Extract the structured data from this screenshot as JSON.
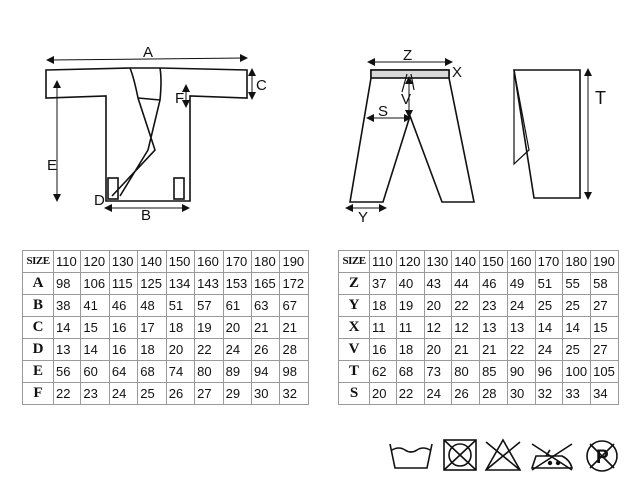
{
  "jacket": {
    "labels": {
      "a": "A",
      "c": "C",
      "f": "F",
      "e": "E",
      "d": "D",
      "b": "B"
    }
  },
  "pants": {
    "labels": {
      "z": "Z",
      "x": "X",
      "s": "S",
      "v": "V",
      "y": "Y"
    }
  },
  "belt": {
    "labels": {
      "t": "T"
    }
  },
  "jacket_table": {
    "corner": "SIZE",
    "sizes": [
      "110",
      "120",
      "130",
      "140",
      "150",
      "160",
      "170",
      "180",
      "190"
    ],
    "rows": [
      {
        "label": "A",
        "values": [
          "98",
          "106",
          "115",
          "125",
          "134",
          "143",
          "153",
          "165",
          "172"
        ]
      },
      {
        "label": "B",
        "values": [
          "38",
          "41",
          "46",
          "48",
          "51",
          "57",
          "61",
          "63",
          "67"
        ]
      },
      {
        "label": "C",
        "values": [
          "14",
          "15",
          "16",
          "17",
          "18",
          "19",
          "20",
          "21",
          "21"
        ]
      },
      {
        "label": "D",
        "values": [
          "13",
          "14",
          "16",
          "18",
          "20",
          "22",
          "24",
          "26",
          "28"
        ]
      },
      {
        "label": "E",
        "values": [
          "56",
          "60",
          "64",
          "68",
          "74",
          "80",
          "89",
          "94",
          "98"
        ]
      },
      {
        "label": "F",
        "values": [
          "22",
          "23",
          "24",
          "25",
          "26",
          "27",
          "29",
          "30",
          "32"
        ]
      }
    ]
  },
  "pants_table": {
    "corner": "SIZE",
    "sizes": [
      "110",
      "120",
      "130",
      "140",
      "150",
      "160",
      "170",
      "180",
      "190"
    ],
    "rows": [
      {
        "label": "Z",
        "values": [
          "37",
          "40",
          "43",
          "44",
          "46",
          "49",
          "51",
          "55",
          "58"
        ]
      },
      {
        "label": "Y",
        "values": [
          "18",
          "19",
          "20",
          "22",
          "23",
          "24",
          "25",
          "25",
          "27"
        ]
      },
      {
        "label": "X",
        "values": [
          "11",
          "11",
          "12",
          "12",
          "13",
          "13",
          "14",
          "14",
          "15"
        ]
      },
      {
        "label": "V",
        "values": [
          "16",
          "18",
          "20",
          "21",
          "21",
          "22",
          "24",
          "25",
          "27"
        ]
      },
      {
        "label": "T",
        "values": [
          "62",
          "68",
          "73",
          "80",
          "85",
          "90",
          "96",
          "100",
          "105"
        ]
      },
      {
        "label": "S",
        "values": [
          "20",
          "22",
          "24",
          "26",
          "28",
          "30",
          "32",
          "33",
          "34"
        ]
      }
    ]
  },
  "care_icons": [
    "wash-tub-icon",
    "no-tumble-dry-icon",
    "no-bleach-icon",
    "no-iron-icon",
    "professional-clean-p-icon"
  ],
  "care_text": {
    "p": "P"
  }
}
